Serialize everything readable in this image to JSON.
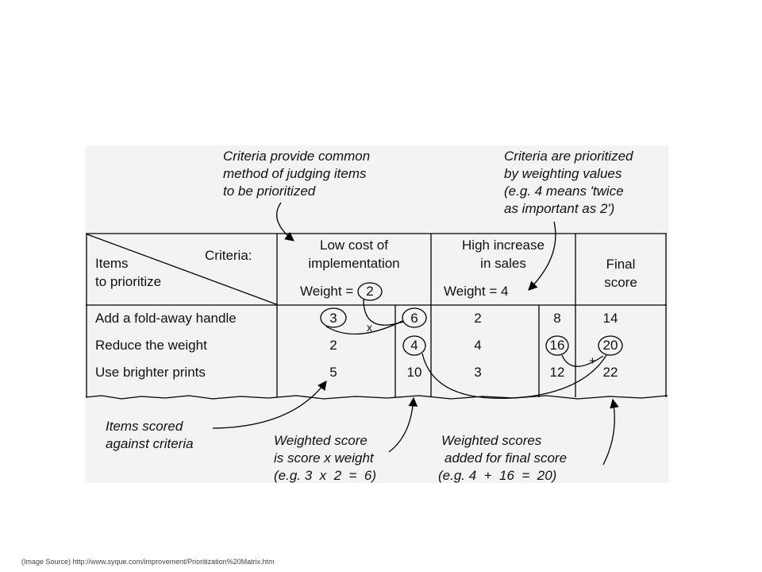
{
  "annotations": {
    "criteria_common": [
      "Criteria provide common",
      "method of judging items",
      "to be prioritized"
    ],
    "criteria_weighting": [
      "Criteria are prioritized",
      "by weighting values",
      "(e.g. 4 means 'twice",
      "as important as 2')"
    ],
    "items_scored": [
      "Items scored",
      "against criteria"
    ],
    "weighted_score": [
      "Weighted score",
      "is score x weight",
      "(e.g. 3  x  2  =  6)"
    ],
    "weighted_sum": [
      "Weighted scores",
      "added for final score",
      "(e.g. 4  +  16  =  20)"
    ],
    "multiply_sign": "x",
    "plus_sign": "+"
  },
  "table": {
    "corner": {
      "criteria_label": "Criteria:",
      "items_label": [
        "Items",
        "to prioritize"
      ]
    },
    "criteria": [
      {
        "name": [
          "Low cost of",
          "implementation"
        ],
        "weight_label": "Weight =",
        "weight": "2"
      },
      {
        "name": [
          "High increase",
          "in sales"
        ],
        "weight_label": "Weight = 4",
        "weight": "4"
      }
    ],
    "final_header": [
      "Final",
      "score"
    ],
    "rows": [
      {
        "item": "Add a fold-away handle",
        "score1": "3",
        "weighted1": "6",
        "score2": "2",
        "weighted2": "8",
        "final": "14"
      },
      {
        "item": "Reduce the weight",
        "score1": "2",
        "weighted1": "4",
        "score2": "4",
        "weighted2": "16",
        "final": "20"
      },
      {
        "item": "Use brighter prints",
        "score1": "5",
        "weighted1": "10",
        "score2": "3",
        "weighted2": "12",
        "final": "22"
      }
    ]
  },
  "source": "(Image Source) http://www.syque.com/improvement/Prioritization%20Matrix.htm"
}
